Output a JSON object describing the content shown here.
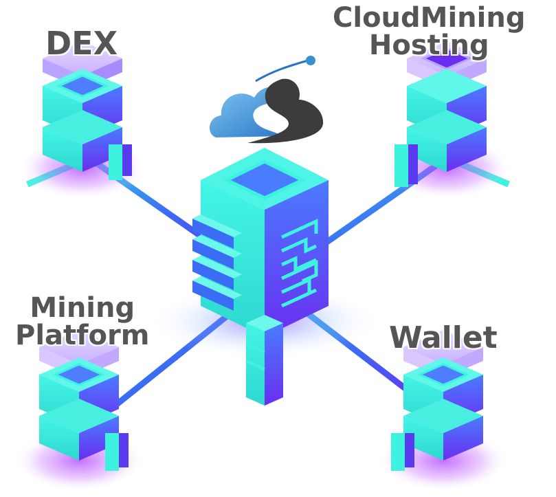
{
  "nodes": {
    "dex": {
      "label": "DEX"
    },
    "cloudmining": {
      "line1": "CloudMining",
      "line2": "Hosting"
    },
    "mining": {
      "line1": "Mining",
      "line2": "Platform"
    },
    "wallet": {
      "label": "Wallet"
    }
  },
  "colors": {
    "cyan": "#3ef2e0",
    "blue": "#3a6cf5",
    "purple": "#6a2ef0",
    "violet_glow": "#b040ff",
    "label_gray": "#555558",
    "logo_blue": "#3a8fd6",
    "logo_gray": "#444444"
  },
  "logo": {
    "icon": "cloud-s-logo-icon"
  }
}
